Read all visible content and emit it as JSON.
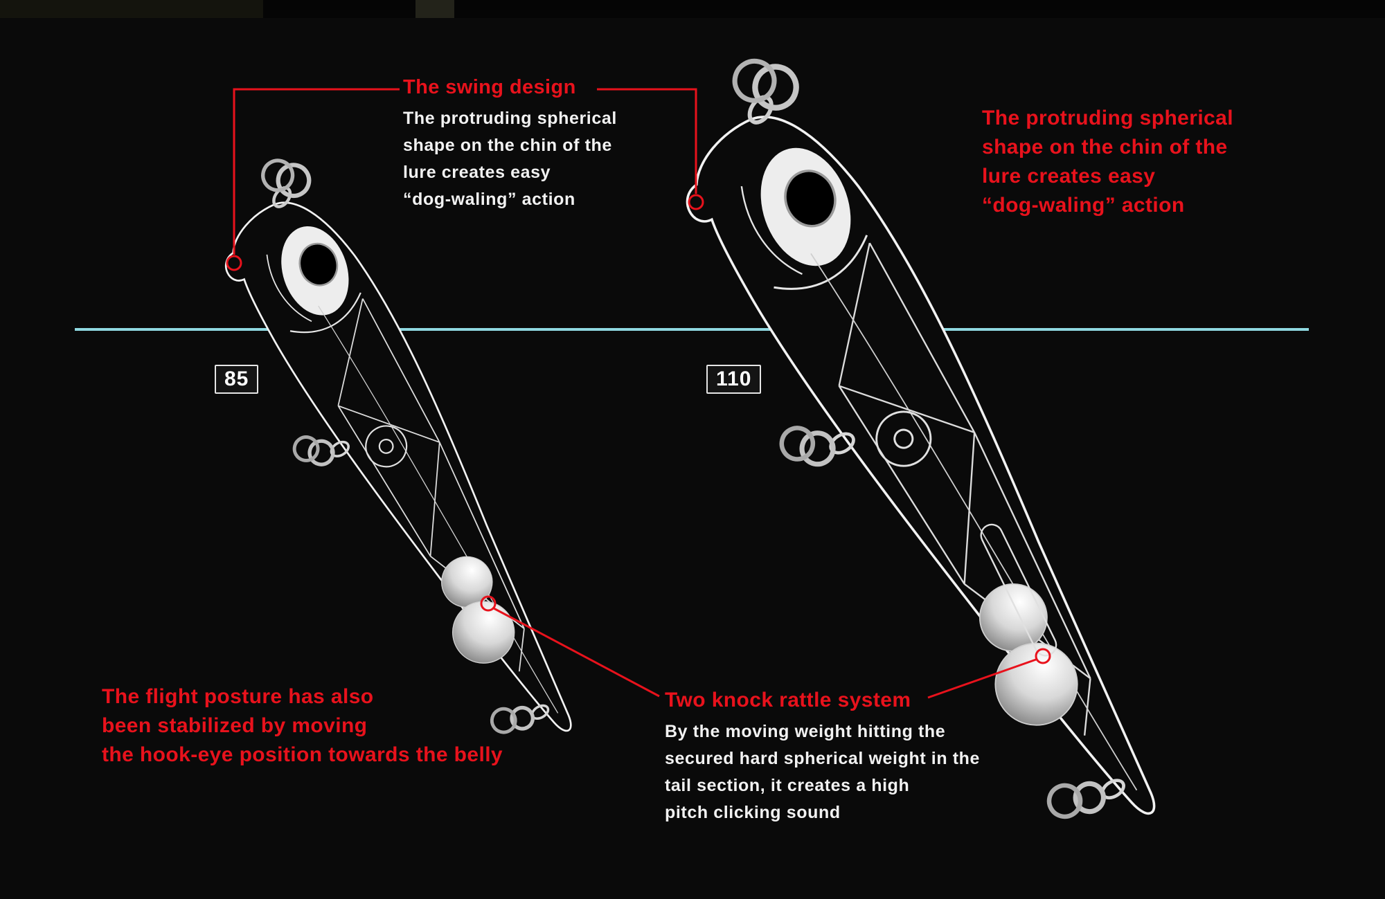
{
  "colors": {
    "background": "#0a0a0a",
    "accent_red": "#e8121c",
    "waterline_cyan": "#8fd8e0",
    "text_white": "#f2f2f2"
  },
  "lures": [
    {
      "name": "pencil-85",
      "badge": "85"
    },
    {
      "name": "pencil-110",
      "badge": "110"
    }
  ],
  "callouts": {
    "swing": {
      "title": "The swing design",
      "lines": [
        "The protruding spherical",
        "shape on the chin of the",
        "lure creates easy",
        "“dog-waling” action"
      ]
    },
    "chin_right": {
      "lines": [
        "The protruding spherical",
        "shape on the chin of the",
        "lure creates easy",
        "“dog-waling” action"
      ]
    },
    "flight": {
      "lines": [
        "The flight posture has also",
        "been stabilized by moving",
        "the hook-eye position towards the belly"
      ]
    },
    "rattle": {
      "title": "Two knock rattle system",
      "lines": [
        "By the moving weight hitting the",
        "secured hard spherical weight in the",
        "tail section, it creates a high",
        "pitch clicking sound"
      ]
    }
  }
}
